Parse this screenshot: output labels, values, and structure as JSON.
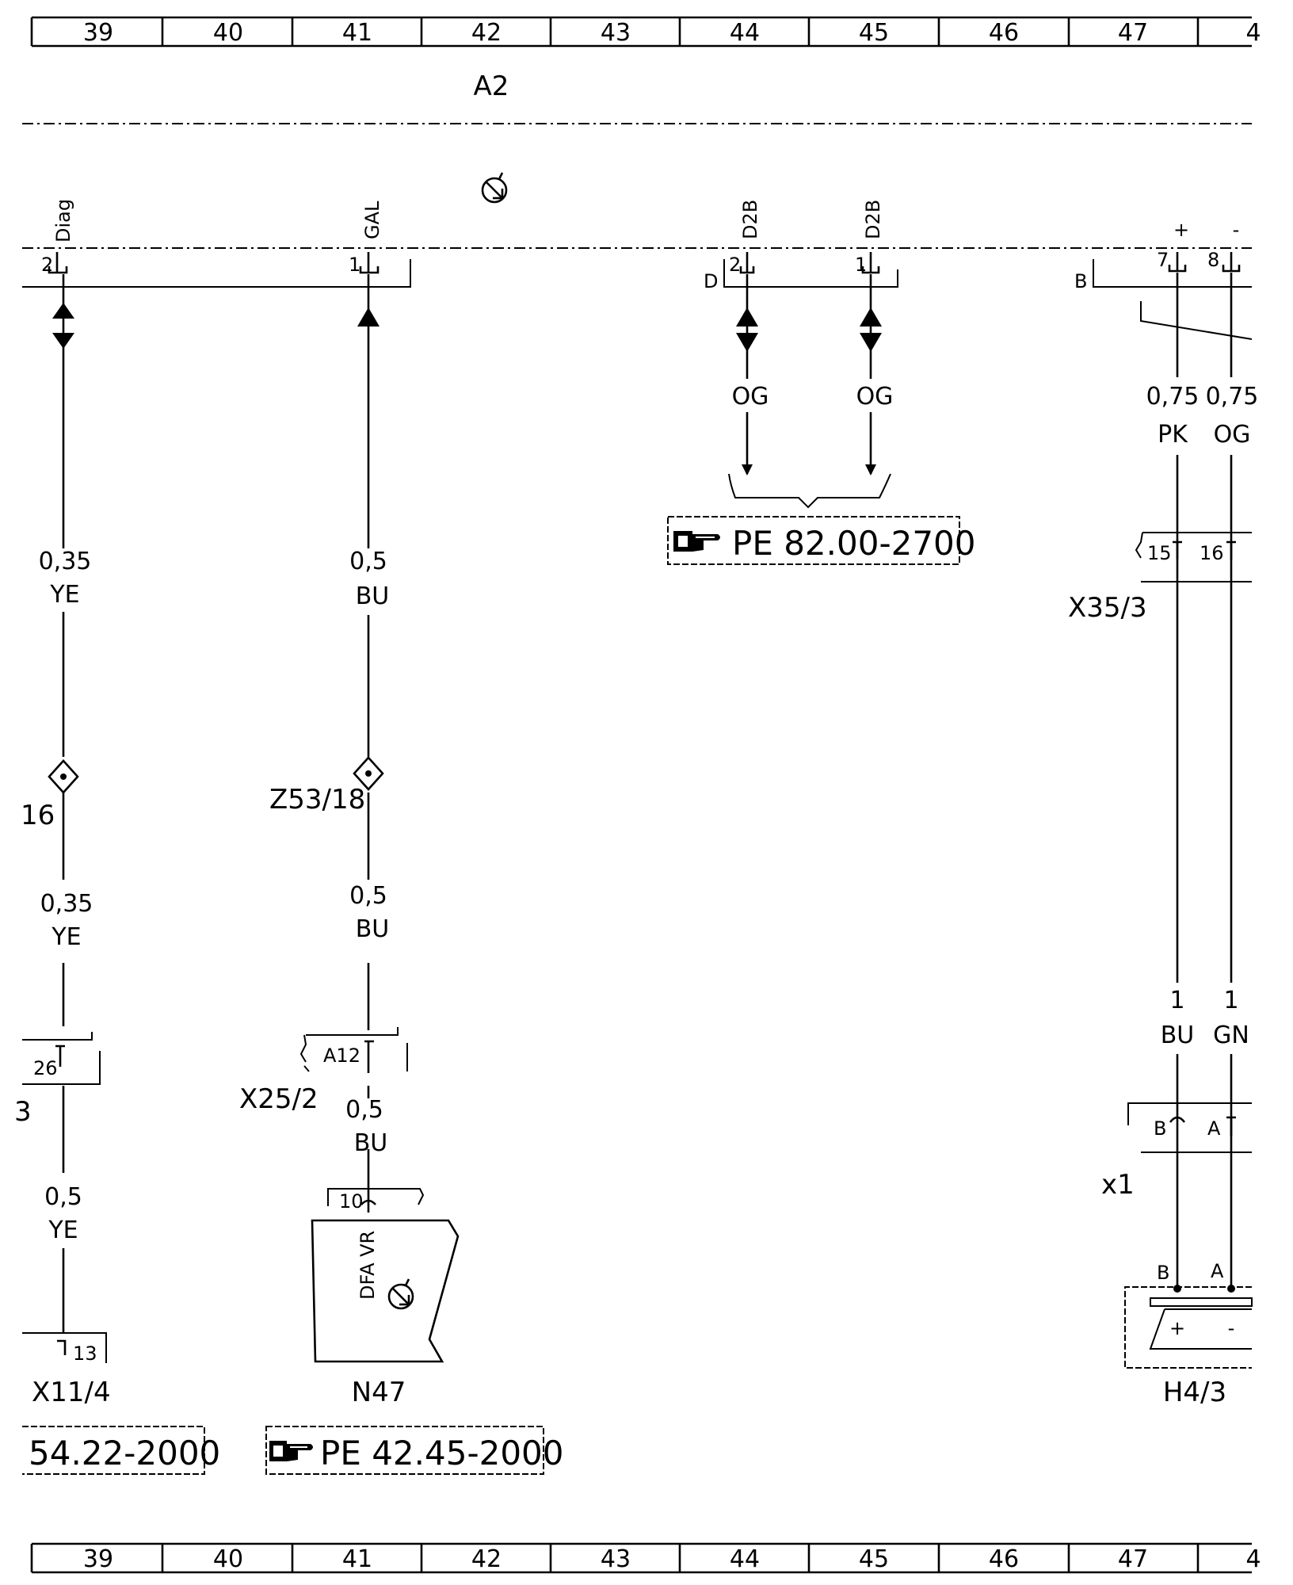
{
  "grid_columns": [
    "39",
    "40",
    "41",
    "42",
    "43",
    "44",
    "45",
    "46",
    "47",
    "4"
  ],
  "module": {
    "label": "A2"
  },
  "pins": {
    "diag": {
      "name": "Diag",
      "number": "2"
    },
    "gal": {
      "name": "GAL",
      "number": "1"
    },
    "d2b_2": {
      "name": "D2B",
      "number": "2"
    },
    "d2b_1": {
      "name": "D2B",
      "number": "1"
    },
    "plus7": {
      "name": "+",
      "number": "7"
    },
    "minus8": {
      "name": "-",
      "number": "8"
    }
  },
  "connectors": {
    "d": "D",
    "b": "B",
    "x35_3": {
      "label": "X35/3",
      "pin_a": "15",
      "pin_b": "16"
    },
    "x25_2": {
      "label": "X25/2",
      "pin": "A12"
    },
    "x11_4": {
      "label": "X11/4",
      "pin": "13"
    },
    "left_b": {
      "label": "3",
      "pin": "26"
    },
    "x1": {
      "label": "x1",
      "pin_b": "B",
      "pin_a": "A"
    }
  },
  "wires": {
    "diag_1": {
      "size": "0,35",
      "color": "YE"
    },
    "diag_2": {
      "size": "0,35",
      "color": "YE"
    },
    "diag_3": {
      "size": "0,5",
      "color": "YE"
    },
    "gal_1": {
      "size": "0,5",
      "color": "BU"
    },
    "gal_2": {
      "size": "0,5",
      "color": "BU"
    },
    "gal_3": {
      "size": "0,5",
      "color": "BU"
    },
    "d2b_a": {
      "color": "OG"
    },
    "d2b_b": {
      "color": "OG"
    },
    "pk": {
      "size": "0,75",
      "color": "PK"
    },
    "og2": {
      "size": "0,75",
      "color": "OG"
    },
    "bu1": {
      "size": "1",
      "color": "BU"
    },
    "gn1": {
      "size": "1",
      "color": "GN"
    }
  },
  "splices": {
    "left": "16",
    "z53": "Z53/18"
  },
  "components": {
    "n47": {
      "label": "N47",
      "inner_text": "DFA VR",
      "pin": "10"
    },
    "h4_3": {
      "label": "H4/3",
      "pin_b": "B",
      "pin_a": "A",
      "plus": "+",
      "minus": "-"
    }
  },
  "references": {
    "pe_82": "PE 82.00-2700",
    "pe_54": "54.22-2000",
    "pe_42": "PE 42.45-2000"
  }
}
